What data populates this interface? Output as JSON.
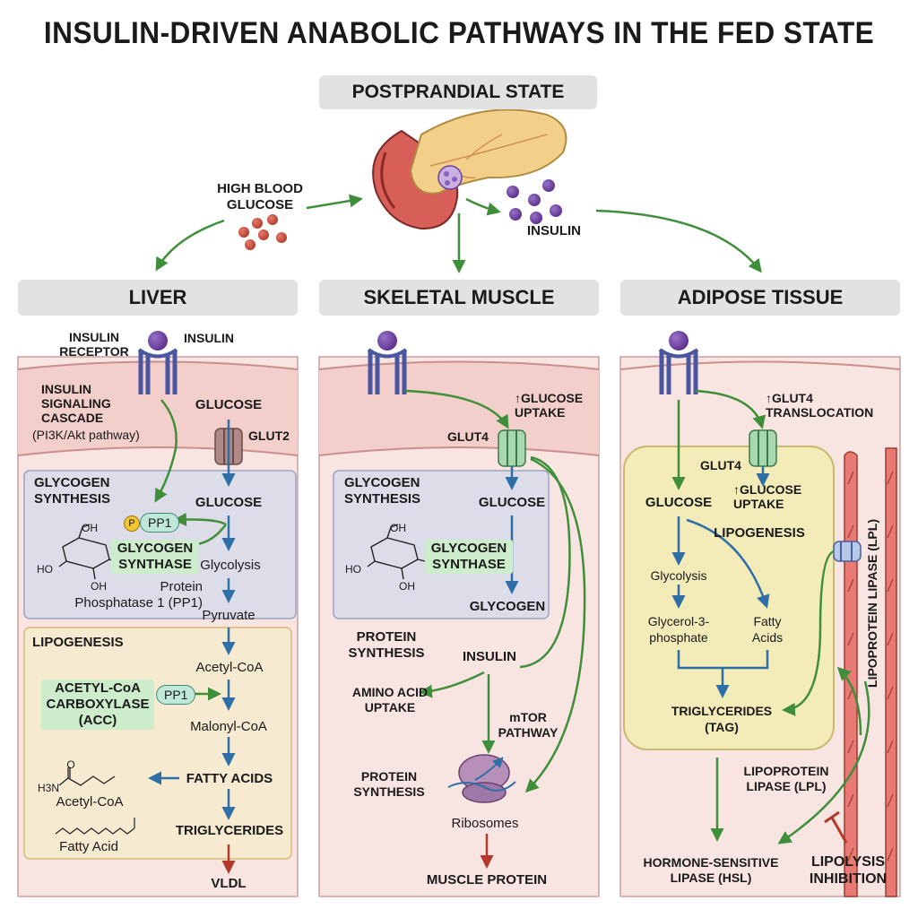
{
  "title": "INSULIN-DRIVEN ANABOLIC PATHWAYS IN THE FED STATE",
  "top": {
    "banner": "POSTPRANDIAL STATE",
    "high_blood_glucose": "HIGH BLOOD\nGLUCOSE",
    "insulin": "INSULIN"
  },
  "liver": {
    "header": "LIVER",
    "insulin_receptor": "INSULIN\nRECEPTOR",
    "insulin": "INSULIN",
    "signaling_cascade": "INSULIN\nSIGNALING\nCASCADE",
    "signaling_pathway": "(PI3K/Akt pathway)",
    "glucose_outside": "GLUCOSE",
    "glut2": "GLUT2",
    "glycogen_synthesis": "GLYCOGEN\nSYNTHESIS",
    "glucose_inside": "GLUCOSE",
    "p": "P",
    "pp1": "PP1",
    "glycogen_synthase": "GLYCOGEN\nSYNTHASE",
    "glycolysis": "Glycolysis",
    "protein_phosphatase": "Protein\nPhosphatase 1 (PP1)",
    "pyruvate": "Pyruvate",
    "lipogenesis": "LIPOGENESIS",
    "acetyl_coa": "Acetyl-CoA",
    "acc": "ACETYL-CoA\nCARBOXYLASE\n(ACC)",
    "pp1_acc": "PP1",
    "malonyl_coa": "Malonyl-CoA",
    "fatty_acids": "FATTY ACIDS",
    "struct_acetyl_coa": "Acetyl-CoA",
    "struct_fatty_acid": "Fatty Acid",
    "triglycerides": "TRIGLYCERIDES",
    "vldl": "VLDL",
    "glucose_struct": {
      "oh1": "OH",
      "ho": "HO",
      "oh2": "OH",
      "o": "O",
      "h3n": "H3N"
    }
  },
  "muscle": {
    "header": "SKELETAL MUSCLE",
    "glucose_uptake": "↑GLUCOSE\nUPTAKE",
    "glut4": "GLUT4",
    "glycogen_synthesis": "GLYCOGEN\nSYNTHESIS",
    "glucose": "GLUCOSE",
    "glycogen_synthase": "GLYCOGEN\nSYNTHASE",
    "glycogen": "GLYCOGEN",
    "protein_synthesis": "PROTEIN\nSYNTHESIS",
    "insulin": "INSULIN",
    "amino_acid_uptake": "AMINO ACID\nUPTAKE",
    "mtor": "mTOR\nPATHWAY",
    "protein_synthesis2": "PROTEIN\nSYNTHESIS",
    "ribosomes": "Ribosomes",
    "muscle_protein": "MUSCLE PROTEIN",
    "glucose_struct": {
      "oh1": "OH",
      "ho": "HO",
      "oh2": "OH"
    }
  },
  "adipose": {
    "header": "ADIPOSE TISSUE",
    "glut4_translocation": "↑GLUT4\nTRANSLOCATION",
    "glut4": "GLUT4",
    "glucose_uptake": "↑GLUCOSE\nUPTAKE",
    "glucose": "GLUCOSE",
    "lipogenesis": "LIPOGENESIS",
    "glycolysis": "Glycolysis",
    "glycerol": "Glycerol-3-\nphosphate",
    "fatty_acids": "Fatty\nAcids",
    "triglycerides": "TRIGLYCERIDES\n(TAG)",
    "lpl_vertical": "LIPOPROTEIN LIPASE (LPL)",
    "lpl": "LIPOPROTEIN\nLIPASE (LPL)",
    "hsl": "HORMONE-SENSITIVE\nLIPASE (HSL)",
    "lipolysis_inhibition": "LIPOLYSIS\nINHIBITION"
  },
  "colors": {
    "arrow_green": "#3f8f3a",
    "arrow_blue": "#2f6fa8",
    "arrow_red": "#b33a2a",
    "membrane": "#f0c4c0",
    "cell_fill": "#f8e2df",
    "glycogen_box": "#dcdde8",
    "lipo_box": "#f6ead0",
    "adipocyte": "#f4ecb8",
    "insulin_purple": "#6b3fa0"
  }
}
